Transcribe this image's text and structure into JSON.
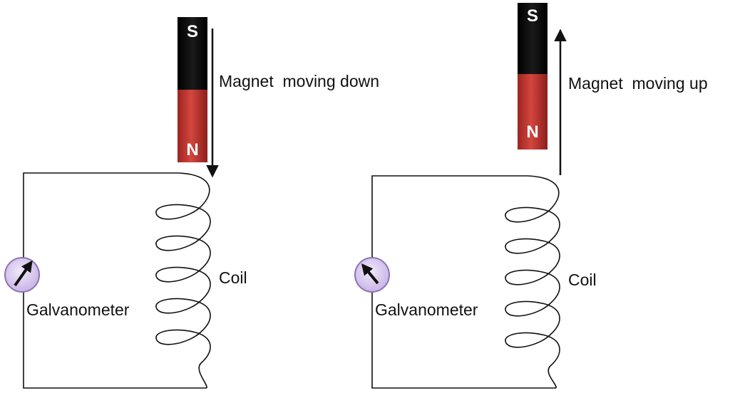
{
  "colors": {
    "magnet_north": "#c0302b",
    "magnet_north_dark": "#8e1f1b",
    "magnet_south": "#0a0a0a",
    "galvanometer_fill": "#d9c9ef",
    "galvanometer_stroke": "#8c73b8",
    "wire": "#111111"
  },
  "left_panel": {
    "magnet": {
      "south_label": "S",
      "north_label": "N"
    },
    "motion_label": "Magnet  moving down",
    "motion_direction": "down",
    "coil_label": "Coil",
    "galvanometer_label": "Galvanometer",
    "needle_direction": "right",
    "icon": "galvanometer-icon"
  },
  "right_panel": {
    "magnet": {
      "south_label": "S",
      "north_label": "N"
    },
    "motion_label": "Magnet  moving up",
    "motion_direction": "up",
    "coil_label": "Coil",
    "galvanometer_label": "Galvanometer",
    "needle_direction": "left",
    "icon": "galvanometer-icon"
  }
}
